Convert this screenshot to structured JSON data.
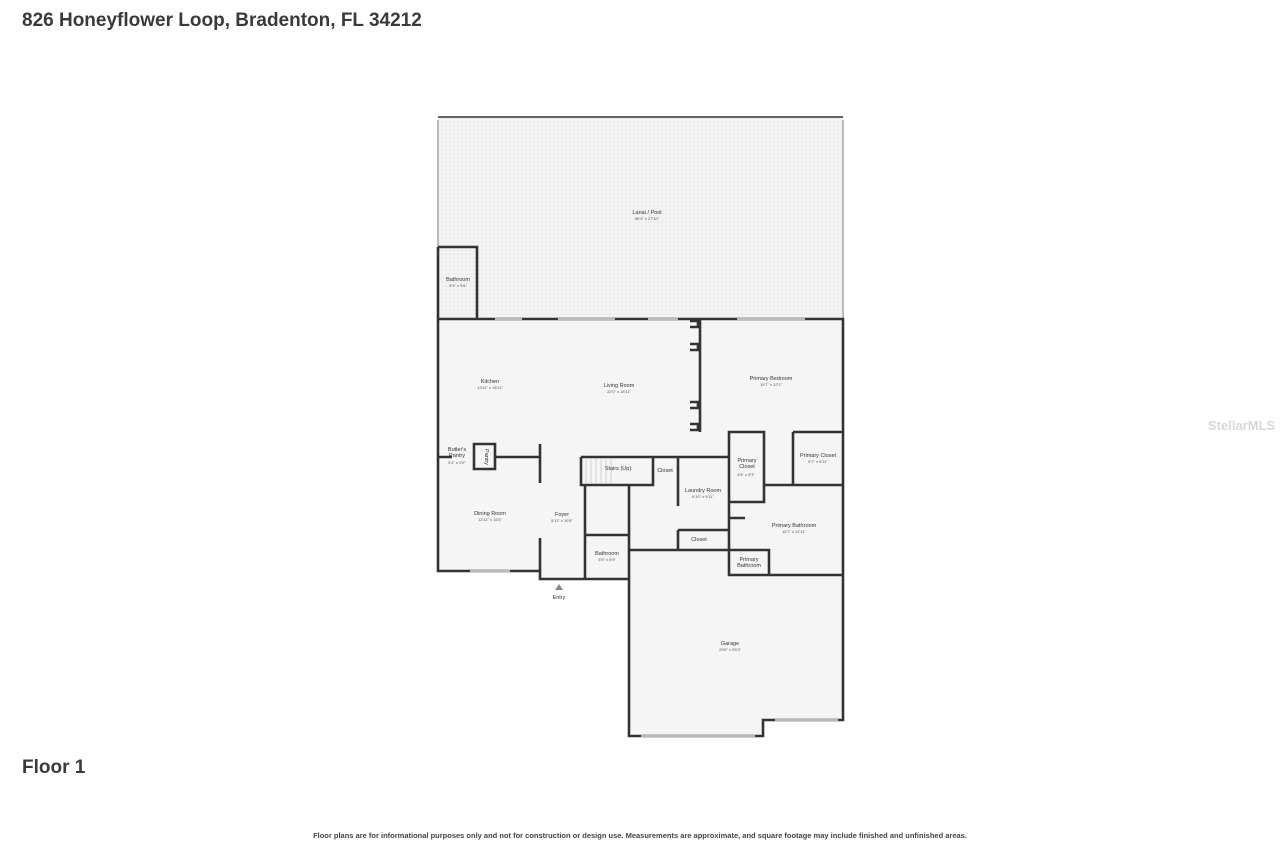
{
  "header": {
    "title": "826 Honeyflower Loop, Bradenton, FL 34212"
  },
  "floor_label": "Floor 1",
  "disclaimer": "Floor plans are for informational purposes only and not for construction or design use. Measurements are approximate, and square footage may include finished and unfinished areas.",
  "watermark": "StellarMLS",
  "rooms": [
    {
      "name": "Lanai / Pool",
      "dims": "56'3\" x 27'10\""
    },
    {
      "name": "Bathroom",
      "dims": "5'3\" x 9'6\""
    },
    {
      "name": "Kitchen",
      "dims": "13'11\" x 18'11\""
    },
    {
      "name": "Living Room",
      "dims": "22'0\" x 18'11\""
    },
    {
      "name": "Primary Bedroom",
      "dims": "19'7\" x 22'1\""
    },
    {
      "name": "Butler's Pantry",
      "dims": "5'1\" x 3'0\""
    },
    {
      "name": "Pantry"
    },
    {
      "name": "Stairs (Up)"
    },
    {
      "name": "Closet"
    },
    {
      "name": "Primary Closet",
      "dims": "4'6\" x 9'3\""
    },
    {
      "name": "Primary Closet",
      "dims": "6'7\" x 6'11\""
    },
    {
      "name": "Laundry Room",
      "dims": "6'10\" x 9'11\""
    },
    {
      "name": "Dining Room",
      "dims": "13'11\" x 15'5\""
    },
    {
      "name": "Foyer",
      "dims": "5'11\" x 10'8\""
    },
    {
      "name": "Primary Bathroom",
      "dims": "15'7\" x 12'11\""
    },
    {
      "name": "Closet"
    },
    {
      "name": "Bathroom",
      "dims": "5'9\" x 5'9\""
    },
    {
      "name": "Primary Bathroom"
    },
    {
      "name": "Garage",
      "dims": "29'6\" x 25'3\""
    }
  ],
  "entry_label": "Entry"
}
